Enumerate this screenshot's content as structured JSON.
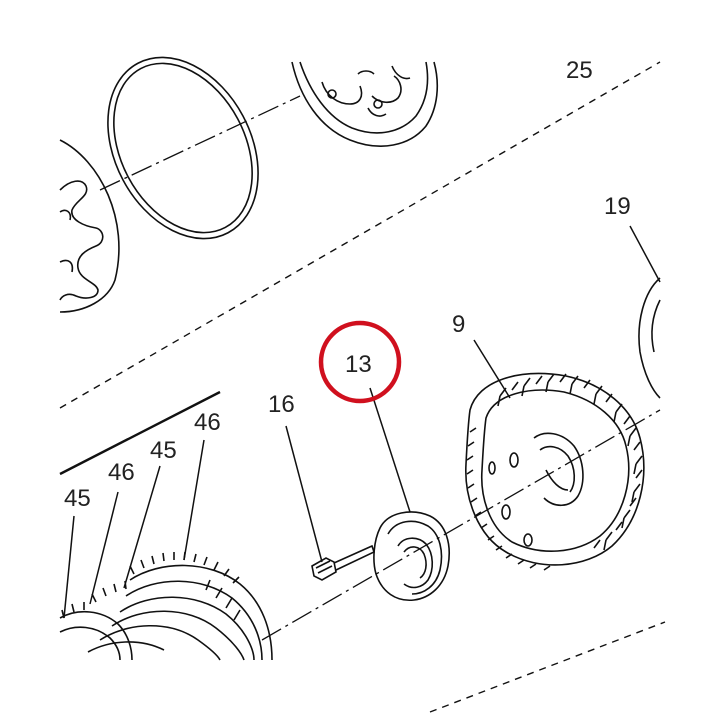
{
  "diagram": {
    "type": "exploded parts diagram",
    "highlight_color": "#d0101e",
    "line_color": "#111111",
    "callouts": {
      "c25": "25",
      "c19": "19",
      "c9": "9",
      "c13": "13",
      "c16": "16",
      "c46_top": "46",
      "c45_mid": "45",
      "c46_mid": "46",
      "c45_left": "45"
    },
    "highlighted_part": "13"
  }
}
